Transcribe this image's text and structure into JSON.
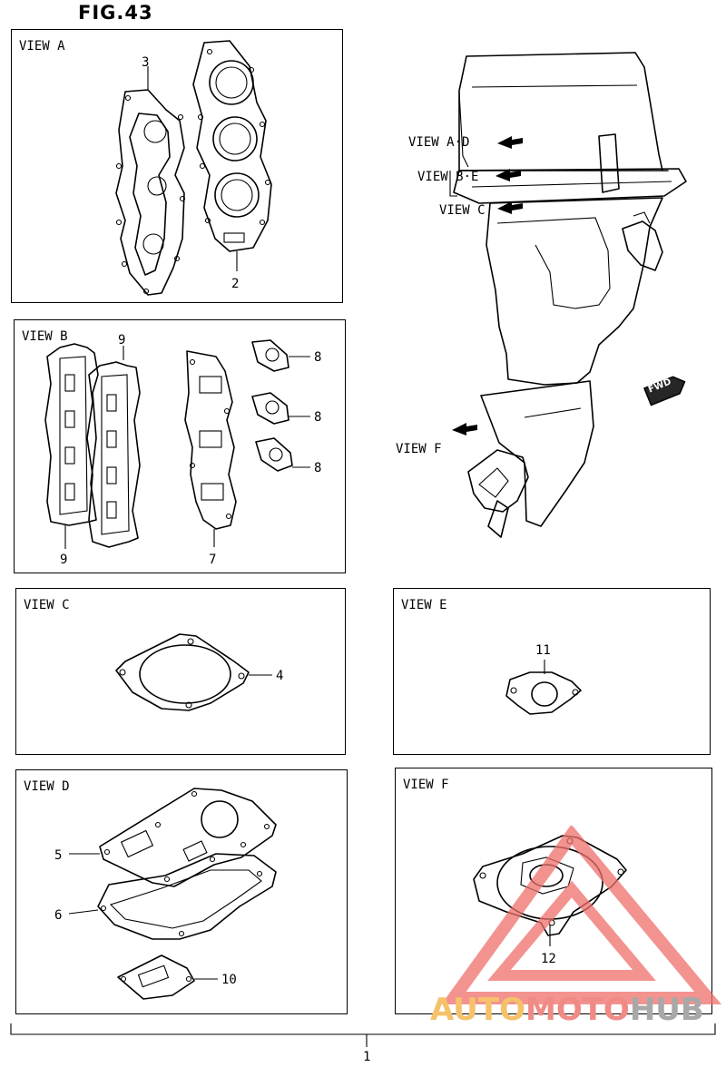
{
  "figure": {
    "title": "FIG.43"
  },
  "panels": {
    "a": {
      "label": "VIEW A",
      "parts": [
        "3",
        "2"
      ]
    },
    "b": {
      "label": "VIEW B",
      "parts": [
        "9",
        "9",
        "7",
        "8",
        "8",
        "8"
      ]
    },
    "c": {
      "label": "VIEW C",
      "parts": [
        "4"
      ]
    },
    "d": {
      "label": "VIEW D",
      "parts": [
        "5",
        "6",
        "10"
      ]
    },
    "e": {
      "label": "VIEW E",
      "parts": [
        "11"
      ]
    },
    "f": {
      "label": "VIEW F",
      "parts": [
        "12"
      ]
    }
  },
  "engine": {
    "views": [
      "VIEW A·D",
      "VIEW B·E",
      "VIEW C",
      "VIEW F"
    ],
    "fwd_label": "FWD"
  },
  "set_callout": "1",
  "watermark": {
    "text_a": "AUTO",
    "text_b": "MOTO",
    "text_c": "HUB",
    "colors": {
      "auto": "#f5c26b",
      "moto": "#f08a85",
      "hub": "#a8a8a8",
      "triangle": "#ef6f6a"
    }
  }
}
